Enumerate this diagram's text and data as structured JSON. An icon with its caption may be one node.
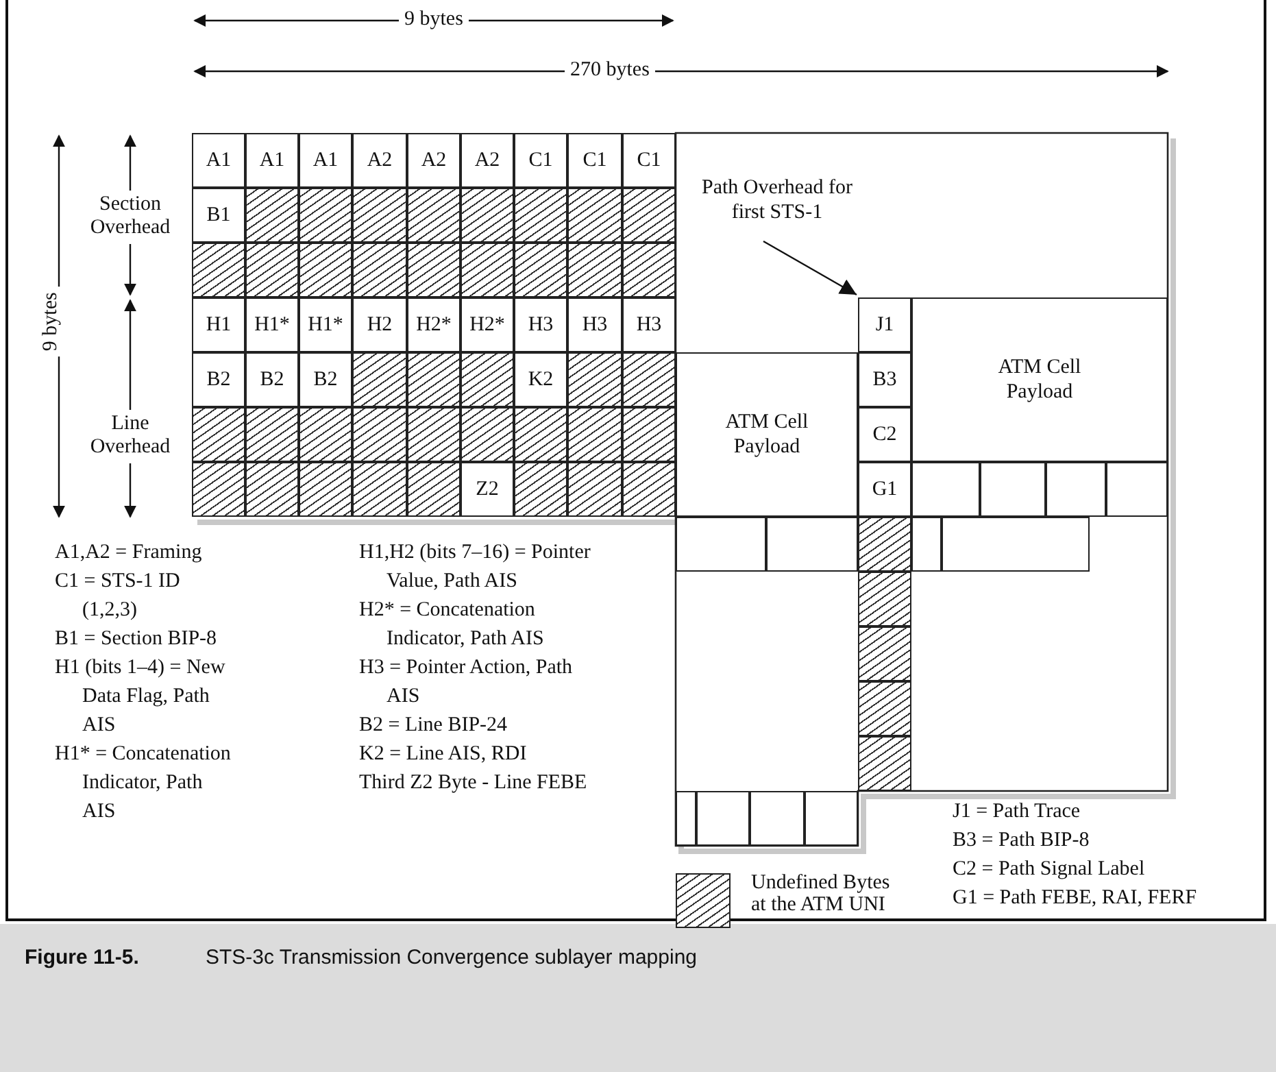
{
  "diagram": {
    "caption": "STS-3c Transmission Convergence sublayer mapping",
    "nodes": [
      {
        "text": [
          "A1"
        ]
      },
      {
        "text": [
          "A1"
        ]
      },
      {
        "text": [
          "A1"
        ]
      },
      {
        "text": [
          "A2"
        ]
      },
      {
        "text": [
          "A2"
        ]
      },
      {
        "text": [
          "A2"
        ]
      },
      {
        "text": [
          "C1"
        ]
      },
      {
        "text": [
          "C1"
        ]
      },
      {
        "text": [
          "C1"
        ]
      },
      {
        "text": [
          "B1"
        ]
      },
      {
        "text": [],
        "shape": "box"
      },
      {
        "text": [],
        "shape": "box"
      },
      {
        "text": [],
        "shape": "box"
      },
      {
        "text": [],
        "shape": "box"
      },
      {
        "text": [],
        "shape": "box"
      },
      {
        "text": [],
        "shape": "box"
      },
      {
        "text": [],
        "shape": "box"
      },
      {
        "text": [],
        "shape": "box"
      },
      {
        "text": [],
        "shape": "box"
      },
      {
        "text": [],
        "shape": "box"
      },
      {
        "text": [],
        "shape": "box"
      },
      {
        "text": [],
        "shape": "box"
      },
      {
        "text": [],
        "shape": "box"
      },
      {
        "text": [],
        "shape": "box"
      },
      {
        "text": [],
        "shape": "box"
      },
      {
        "text": [],
        "shape": "box"
      },
      {
        "text": [],
        "shape": "box"
      },
      {
        "text": [
          "H1"
        ]
      },
      {
        "text": [
          "H1*"
        ]
      },
      {
        "text": [
          "H1*"
        ]
      },
      {
        "text": [
          "H2"
        ]
      },
      {
        "text": [
          "H2*"
        ]
      },
      {
        "text": [
          "H2*"
        ]
      },
      {
        "text": [
          "H3"
        ]
      },
      {
        "text": [
          "H3"
        ]
      },
      {
        "text": [
          "H3"
        ]
      },
      {
        "text": [
          "B2"
        ]
      },
      {
        "text": [
          "B2"
        ]
      },
      {
        "text": [
          "B2"
        ]
      },
      {
        "text": [],
        "shape": "box"
      },
      {
        "text": [],
        "shape": "box"
      },
      {
        "text": [],
        "shape": "box"
      },
      {
        "text": [
          "K2"
        ]
      },
      {
        "text": [],
        "shape": "box"
      },
      {
        "text": [],
        "shape": "box"
      },
      {
        "text": [],
        "shape": "box"
      },
      {
        "text": [],
        "shape": "box"
      },
      {
        "text": [],
        "shape": "box"
      },
      {
        "text": [],
        "shape": "box"
      },
      {
        "text": [],
        "shape": "box"
      },
      {
        "text": [],
        "shape": "box"
      },
      {
        "text": [],
        "shape": "box"
      },
      {
        "text": [],
        "shape": "box"
      },
      {
        "text": [],
        "shape": "box"
      },
      {
        "text": [],
        "shape": "box"
      },
      {
        "text": [],
        "shape": "box"
      },
      {
        "text": [],
        "shape": "box"
      },
      {
        "text": [],
        "shape": "box"
      },
      {
        "text": [],
        "shape": "box"
      },
      {
        "text": [
          "Z2"
        ]
      },
      {
        "text": [],
        "shape": "box"
      },
      {
        "text": [],
        "shape": "box"
      },
      {
        "text": [],
        "shape": "box"
      },
      {
        "text": [
          "Path Overhead for first STS-1"
        ]
      },
      {
        "text": [
          "J1"
        ]
      },
      {
        "text": [
          "ATM Cell Payload"
        ]
      },
      {
        "text": [
          "B3"
        ]
      },
      {
        "text": [
          "ATM Cell Payload"
        ]
      },
      {
        "text": [
          "C2"
        ]
      },
      {
        "text": [
          "G1"
        ]
      },
      {
        "text": [],
        "shape": "box"
      },
      {
        "text": [],
        "shape": "box"
      },
      {
        "text": [],
        "shape": "box"
      },
      {
        "text": [],
        "shape": "box"
      },
      {
        "text": [],
        "shape": "box"
      },
      {
        "text": [],
        "shape": "box"
      },
      {
        "text": [],
        "shape": "box"
      },
      {
        "text": [],
        "shape": "box"
      },
      {
        "text": [],
        "shape": "box"
      },
      {
        "text": [],
        "shape": "box"
      },
      {
        "text": [],
        "shape": "box"
      },
      {
        "text": [],
        "shape": "box"
      },
      {
        "text": [],
        "shape": "box"
      },
      {
        "text": [],
        "shape": "box"
      },
      {
        "text": [],
        "shape": "box"
      },
      {
        "text": [],
        "shape": "box"
      },
      {
        "text": [],
        "shape": "box"
      }
    ],
    "edges": [
      {
        "from": 63,
        "to": 64,
        "arrow": "to"
      }
    ],
    "labels": [
      "9 bytes",
      "270 bytes",
      "9 bytes",
      "Section Overhead",
      "Line Overhead",
      "A1,A2 = Framing",
      "C1 = STS-1 ID (1,2,3)",
      "B1 = Section BIP-8",
      "H1 (bits 1–4) = New Data Flag, Path AIS",
      "H1* = Concatenation Indicator, Path AIS",
      "H1,H2 (bits 7–16) = Pointer Value, Path AIS",
      "H2* = Concatenation Indicator, Path AIS",
      "H3 = Pointer Action, Path AIS",
      "B2 = Line BIP-24",
      "K2 = Line AIS, RDI",
      "Third Z2 Byte - Line FEBE",
      "J1 = Path Trace",
      "B3 = Path BIP-8",
      "C2 = Path Signal Label",
      "G1 = Path FEBE, RAI, FERF",
      "Figure 11-5."
    ],
    "legend": [
      {
        "text": "Undefined Bytes at the ATM UNI"
      }
    ]
  }
}
